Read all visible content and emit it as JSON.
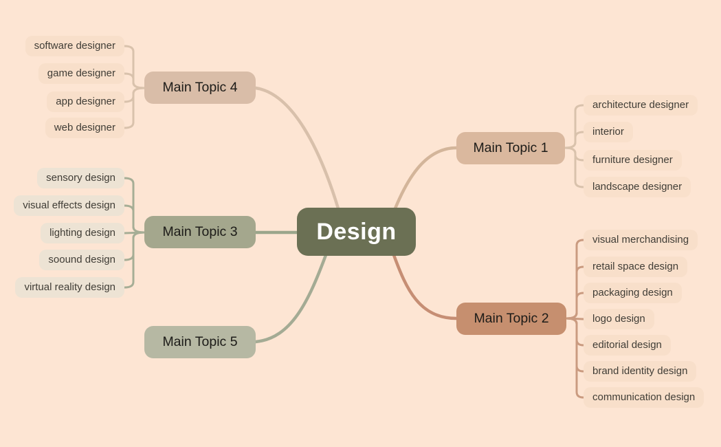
{
  "root": {
    "label": "Design"
  },
  "colors": {
    "background": "#fde5d3",
    "root_fill": "#6b7054",
    "root_text": "#ffffff",
    "topic_text": "#1c1b18",
    "subtopic_text": "#403d36"
  },
  "topics": [
    {
      "label": "Main Topic 1",
      "fill": "#dab89e",
      "branch_color": "#d3b59a",
      "hook_color": "#d9c2ac",
      "child_fill": "#f9e0cb",
      "children": [
        "architecture designer",
        "interior",
        "furniture designer",
        "landscape designer"
      ]
    },
    {
      "label": "Main Topic 2",
      "fill": "#c68f6f",
      "branch_color": "#c68e74",
      "hook_color": "#ca9b80",
      "child_fill": "#f8dfca",
      "children": [
        "visual merchandising",
        "retail space design",
        "packaging design",
        "logo design",
        "editorial design",
        "brand identity design",
        "communication design"
      ]
    },
    {
      "label": "Main Topic 3",
      "fill": "#a4a78d",
      "branch_color": "#9ba68b",
      "hook_color": "#a6ae96",
      "child_fill": "#ede3d4",
      "children": [
        "sensory design",
        "visual effects design",
        "lighting design",
        "soound design",
        "virtual reality design"
      ]
    },
    {
      "label": "Main Topic 4",
      "fill": "#d9bda8",
      "branch_color": "#d8c0ab",
      "hook_color": "#d9c2ac",
      "child_fill": "#f8dfca",
      "children": [
        "software designer",
        "game designer",
        "app designer",
        "web designer"
      ]
    },
    {
      "label": "Main Topic 5",
      "fill": "#b6b8a3",
      "branch_color": "#a4ab94",
      "hook_color": "#a4ab94",
      "child_fill": "#ede3d4",
      "children": []
    }
  ]
}
